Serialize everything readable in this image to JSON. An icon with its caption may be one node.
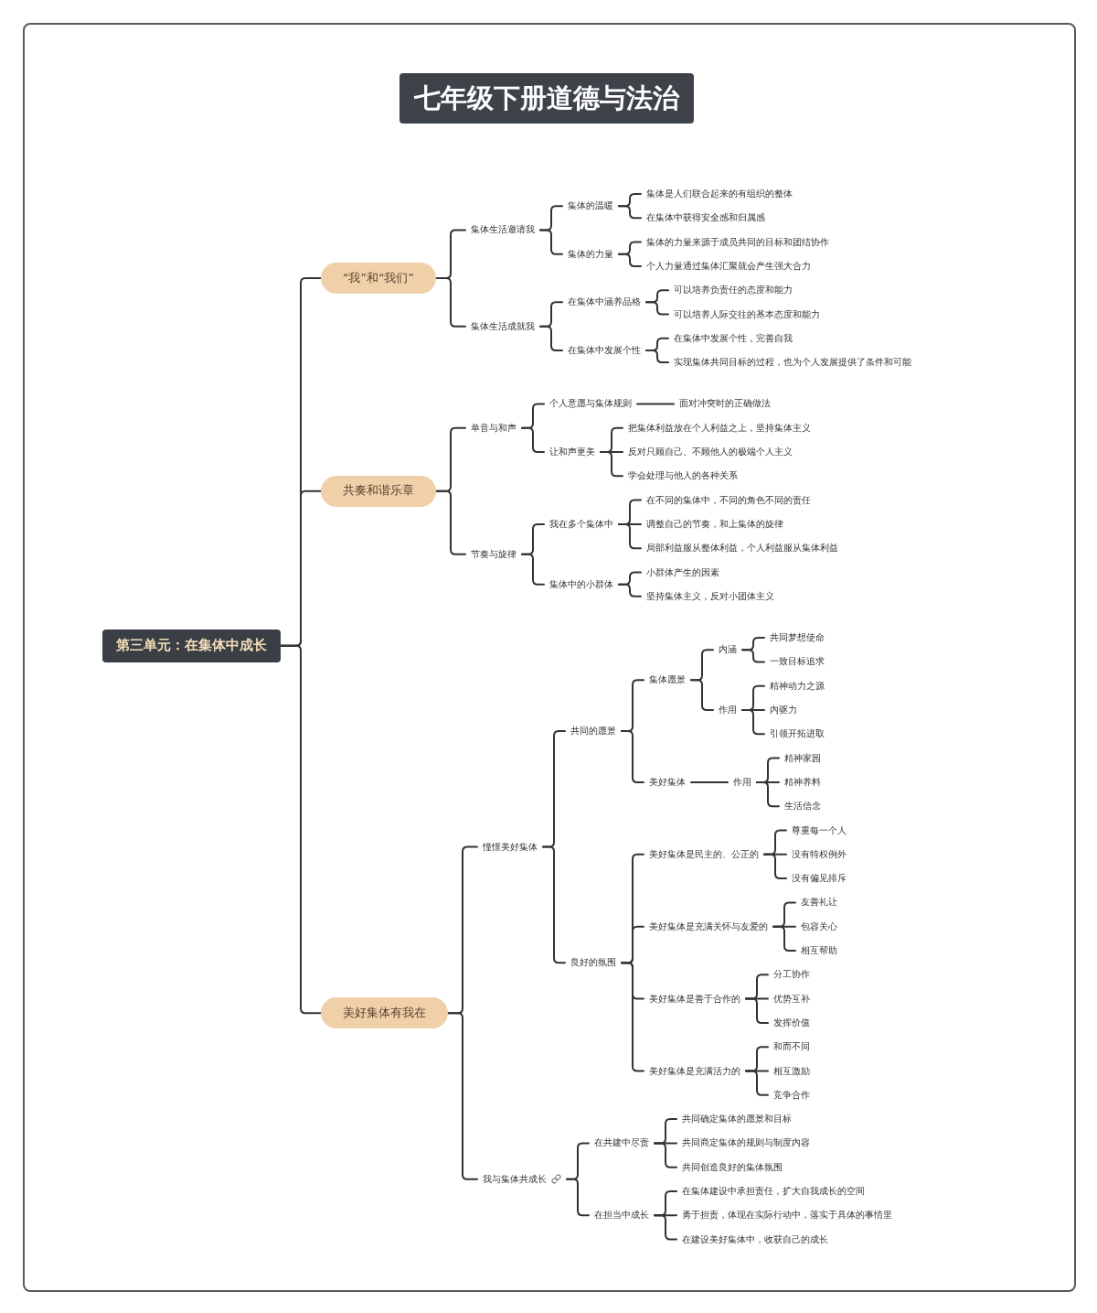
{
  "diagram": {
    "title": "七年级下册道德与法治",
    "nodes": [
      {
        "text": [
          "第三单元：在集体中成长"
        ]
      },
      {
        "text": [
          "“我”和“我们”"
        ]
      },
      {
        "text": [
          "集体生活邀请我"
        ]
      },
      {
        "text": [
          "集体的温暖"
        ]
      },
      {
        "text": [
          "集体是人们联合起来的有组织的整体"
        ]
      },
      {
        "text": [
          "在集体中获得安全感和归属感"
        ]
      },
      {
        "text": [
          "集体的力量"
        ]
      },
      {
        "text": [
          "集体的力量来源于成员共同的目标和团结协作"
        ]
      },
      {
        "text": [
          "个人力量通过集体汇聚就会产生强大合力"
        ]
      },
      {
        "text": [
          "集体生活成就我"
        ]
      },
      {
        "text": [
          "在集体中涵养品格"
        ]
      },
      {
        "text": [
          "可以培养负责任的态度和能力"
        ]
      },
      {
        "text": [
          "可以培养人际交往的基本态度和能力"
        ]
      },
      {
        "text": [
          "在集体中发展个性"
        ]
      },
      {
        "text": [
          "在集体中发展个性，完善自我"
        ]
      },
      {
        "text": [
          "实现集体共同目标的过程，也为个人发展提供了条件和可能"
        ]
      },
      {
        "text": [
          "共奏和谐乐章"
        ]
      },
      {
        "text": [
          "单音与和声"
        ]
      },
      {
        "text": [
          "个人意愿与集体规则"
        ]
      },
      {
        "text": [
          "面对冲突时的正确做法"
        ]
      },
      {
        "text": [
          "让和声更美"
        ]
      },
      {
        "text": [
          "把集体利益放在个人利益之上，坚持集体主义"
        ]
      },
      {
        "text": [
          "反对只顾自己、不顾他人的极端个人主义"
        ]
      },
      {
        "text": [
          "学会处理与他人的各种关系"
        ]
      },
      {
        "text": [
          "节奏与旋律"
        ]
      },
      {
        "text": [
          "我在多个集体中"
        ]
      },
      {
        "text": [
          "在不同的集体中，不同的角色不同的责任"
        ]
      },
      {
        "text": [
          "调整自己的节奏，和上集体的旋律"
        ]
      },
      {
        "text": [
          "局部利益服从整体利益，个人利益服从集体利益"
        ]
      },
      {
        "text": [
          "集体中的小群体"
        ]
      },
      {
        "text": [
          "小群体产生的因素"
        ]
      },
      {
        "text": [
          "坚持集体主义，反对小团体主义"
        ]
      },
      {
        "text": [
          "美好集体有我在"
        ]
      },
      {
        "text": [
          "憧憬美好集体"
        ]
      },
      {
        "text": [
          "共同的愿景"
        ]
      },
      {
        "text": [
          "集体愿景"
        ]
      },
      {
        "text": [
          "内涵"
        ]
      },
      {
        "text": [
          "共同梦想使命"
        ]
      },
      {
        "text": [
          "一致目标追求"
        ]
      },
      {
        "text": [
          "作用"
        ]
      },
      {
        "text": [
          "精神动力之源"
        ]
      },
      {
        "text": [
          "内驱力"
        ]
      },
      {
        "text": [
          "引领开拓进取"
        ]
      },
      {
        "text": [
          "美好集体"
        ]
      },
      {
        "text": [
          "作用"
        ]
      },
      {
        "text": [
          "精神家园"
        ]
      },
      {
        "text": [
          "精神养料"
        ]
      },
      {
        "text": [
          "生活信念"
        ]
      },
      {
        "text": [
          "良好的氛围"
        ]
      },
      {
        "text": [
          "美好集体是民主的、公正的"
        ]
      },
      {
        "text": [
          "尊重每一个人"
        ]
      },
      {
        "text": [
          "没有特权例外"
        ]
      },
      {
        "text": [
          "没有偏见排斥"
        ]
      },
      {
        "text": [
          "美好集体是充满关怀与友爱的"
        ]
      },
      {
        "text": [
          "友善礼让"
        ]
      },
      {
        "text": [
          "包容关心"
        ]
      },
      {
        "text": [
          "相互帮助"
        ]
      },
      {
        "text": [
          "美好集体是善于合作的"
        ]
      },
      {
        "text": [
          "分工协作"
        ]
      },
      {
        "text": [
          "优势互补"
        ]
      },
      {
        "text": [
          "发挥价值"
        ]
      },
      {
        "text": [
          "美好集体是充满活力的"
        ]
      },
      {
        "text": [
          "和而不同"
        ]
      },
      {
        "text": [
          "相互激励"
        ]
      },
      {
        "text": [
          "竞争合作"
        ]
      },
      {
        "text": [
          "我与集体共成长"
        ]
      },
      {
        "text": [
          "在共建中尽责"
        ]
      },
      {
        "text": [
          "共同确定集体的愿景和目标"
        ]
      },
      {
        "text": [
          "共同商定集体的规则与制度内容"
        ]
      },
      {
        "text": [
          "共同创造良好的集体氛围"
        ]
      },
      {
        "text": [
          "在担当中成长"
        ]
      },
      {
        "text": [
          "在集体建设中承担责任，扩大自我成长的空间"
        ]
      },
      {
        "text": [
          "勇于担责，体现在实际行动中，落实于具体的事情里"
        ]
      },
      {
        "text": [
          "在建设美好集体中，收获自己的成长"
        ]
      }
    ],
    "edges": [
      {
        "from": 0,
        "to": 1,
        "arrow": "none"
      },
      {
        "from": 1,
        "to": 2,
        "arrow": "none"
      },
      {
        "from": 2,
        "to": 3,
        "arrow": "none"
      },
      {
        "from": 3,
        "to": 4,
        "arrow": "none"
      },
      {
        "from": 3,
        "to": 5,
        "arrow": "none"
      },
      {
        "from": 2,
        "to": 6,
        "arrow": "none"
      },
      {
        "from": 6,
        "to": 7,
        "arrow": "none"
      },
      {
        "from": 6,
        "to": 8,
        "arrow": "none"
      },
      {
        "from": 1,
        "to": 9,
        "arrow": "none"
      },
      {
        "from": 9,
        "to": 10,
        "arrow": "none"
      },
      {
        "from": 10,
        "to": 11,
        "arrow": "none"
      },
      {
        "from": 10,
        "to": 12,
        "arrow": "none"
      },
      {
        "from": 9,
        "to": 13,
        "arrow": "none"
      },
      {
        "from": 13,
        "to": 14,
        "arrow": "none"
      },
      {
        "from": 13,
        "to": 15,
        "arrow": "none"
      },
      {
        "from": 0,
        "to": 16,
        "arrow": "none"
      },
      {
        "from": 16,
        "to": 17,
        "arrow": "none"
      },
      {
        "from": 17,
        "to": 18,
        "arrow": "none"
      },
      {
        "from": 18,
        "to": 19,
        "arrow": "none"
      },
      {
        "from": 17,
        "to": 20,
        "arrow": "none"
      },
      {
        "from": 20,
        "to": 21,
        "arrow": "none"
      },
      {
        "from": 20,
        "to": 22,
        "arrow": "none"
      },
      {
        "from": 20,
        "to": 23,
        "arrow": "none"
      },
      {
        "from": 16,
        "to": 24,
        "arrow": "none"
      },
      {
        "from": 24,
        "to": 25,
        "arrow": "none"
      },
      {
        "from": 25,
        "to": 26,
        "arrow": "none"
      },
      {
        "from": 25,
        "to": 27,
        "arrow": "none"
      },
      {
        "from": 25,
        "to": 28,
        "arrow": "none"
      },
      {
        "from": 24,
        "to": 29,
        "arrow": "none"
      },
      {
        "from": 29,
        "to": 30,
        "arrow": "none"
      },
      {
        "from": 29,
        "to": 31,
        "arrow": "none"
      },
      {
        "from": 0,
        "to": 32,
        "arrow": "none"
      },
      {
        "from": 32,
        "to": 33,
        "arrow": "none"
      },
      {
        "from": 33,
        "to": 34,
        "arrow": "none"
      },
      {
        "from": 34,
        "to": 35,
        "arrow": "none"
      },
      {
        "from": 35,
        "to": 36,
        "arrow": "none"
      },
      {
        "from": 36,
        "to": 37,
        "arrow": "none"
      },
      {
        "from": 36,
        "to": 38,
        "arrow": "none"
      },
      {
        "from": 35,
        "to": 39,
        "arrow": "none"
      },
      {
        "from": 39,
        "to": 40,
        "arrow": "none"
      },
      {
        "from": 39,
        "to": 41,
        "arrow": "none"
      },
      {
        "from": 39,
        "to": 42,
        "arrow": "none"
      },
      {
        "from": 34,
        "to": 43,
        "arrow": "none"
      },
      {
        "from": 43,
        "to": 44,
        "arrow": "none"
      },
      {
        "from": 44,
        "to": 45,
        "arrow": "none"
      },
      {
        "from": 44,
        "to": 46,
        "arrow": "none"
      },
      {
        "from": 44,
        "to": 47,
        "arrow": "none"
      },
      {
        "from": 33,
        "to": 48,
        "arrow": "none"
      },
      {
        "from": 48,
        "to": 49,
        "arrow": "none"
      },
      {
        "from": 49,
        "to": 50,
        "arrow": "none"
      },
      {
        "from": 49,
        "to": 51,
        "arrow": "none"
      },
      {
        "from": 49,
        "to": 52,
        "arrow": "none"
      },
      {
        "from": 48,
        "to": 53,
        "arrow": "none"
      },
      {
        "from": 53,
        "to": 54,
        "arrow": "none"
      },
      {
        "from": 53,
        "to": 55,
        "arrow": "none"
      },
      {
        "from": 53,
        "to": 56,
        "arrow": "none"
      },
      {
        "from": 48,
        "to": 57,
        "arrow": "none"
      },
      {
        "from": 57,
        "to": 58,
        "arrow": "none"
      },
      {
        "from": 57,
        "to": 59,
        "arrow": "none"
      },
      {
        "from": 57,
        "to": 60,
        "arrow": "none"
      },
      {
        "from": 48,
        "to": 61,
        "arrow": "none"
      },
      {
        "from": 61,
        "to": 62,
        "arrow": "none"
      },
      {
        "from": 61,
        "to": 63,
        "arrow": "none"
      },
      {
        "from": 61,
        "to": 64,
        "arrow": "none"
      },
      {
        "from": 32,
        "to": 65,
        "arrow": "none"
      },
      {
        "from": 65,
        "to": 66,
        "arrow": "none"
      },
      {
        "from": 66,
        "to": 67,
        "arrow": "none"
      },
      {
        "from": 66,
        "to": 68,
        "arrow": "none"
      },
      {
        "from": 66,
        "to": 69,
        "arrow": "none"
      },
      {
        "from": 65,
        "to": 70,
        "arrow": "none"
      },
      {
        "from": 70,
        "to": 71,
        "arrow": "none"
      },
      {
        "from": 70,
        "to": 72,
        "arrow": "none"
      },
      {
        "from": 70,
        "to": 73,
        "arrow": "none"
      }
    ]
  }
}
